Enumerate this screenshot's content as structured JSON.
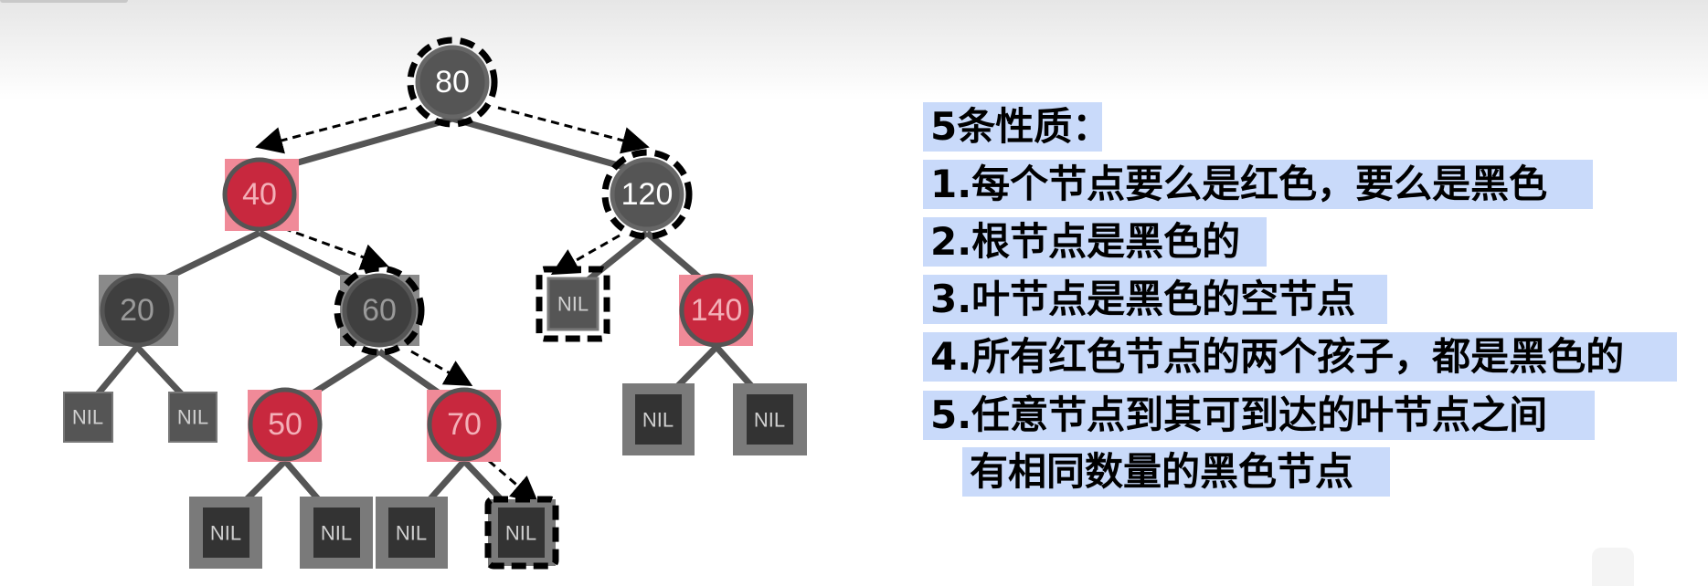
{
  "tree": {
    "nodes": {
      "n80": "80",
      "n40": "40",
      "n120": "120",
      "n20": "20",
      "n60": "60",
      "n140": "140",
      "n50": "50",
      "n70": "70"
    },
    "nil_label": "NIL"
  },
  "properties": {
    "title": "5条性质：",
    "items": [
      "1.每个节点要么是红色，要么是黑色",
      "2.根节点是黑色的",
      "3.叶节点是黑色的空节点",
      "4.所有红色节点的两个孩子，都是黑色的",
      "5.任意节点到其可到达的叶节点之间",
      "有相同数量的黑色节点"
    ]
  },
  "colors": {
    "red_node": "#c8283e",
    "red_bg": "#f08a98",
    "black_node": "#4a4a4a",
    "highlight": "#c9dafa"
  }
}
